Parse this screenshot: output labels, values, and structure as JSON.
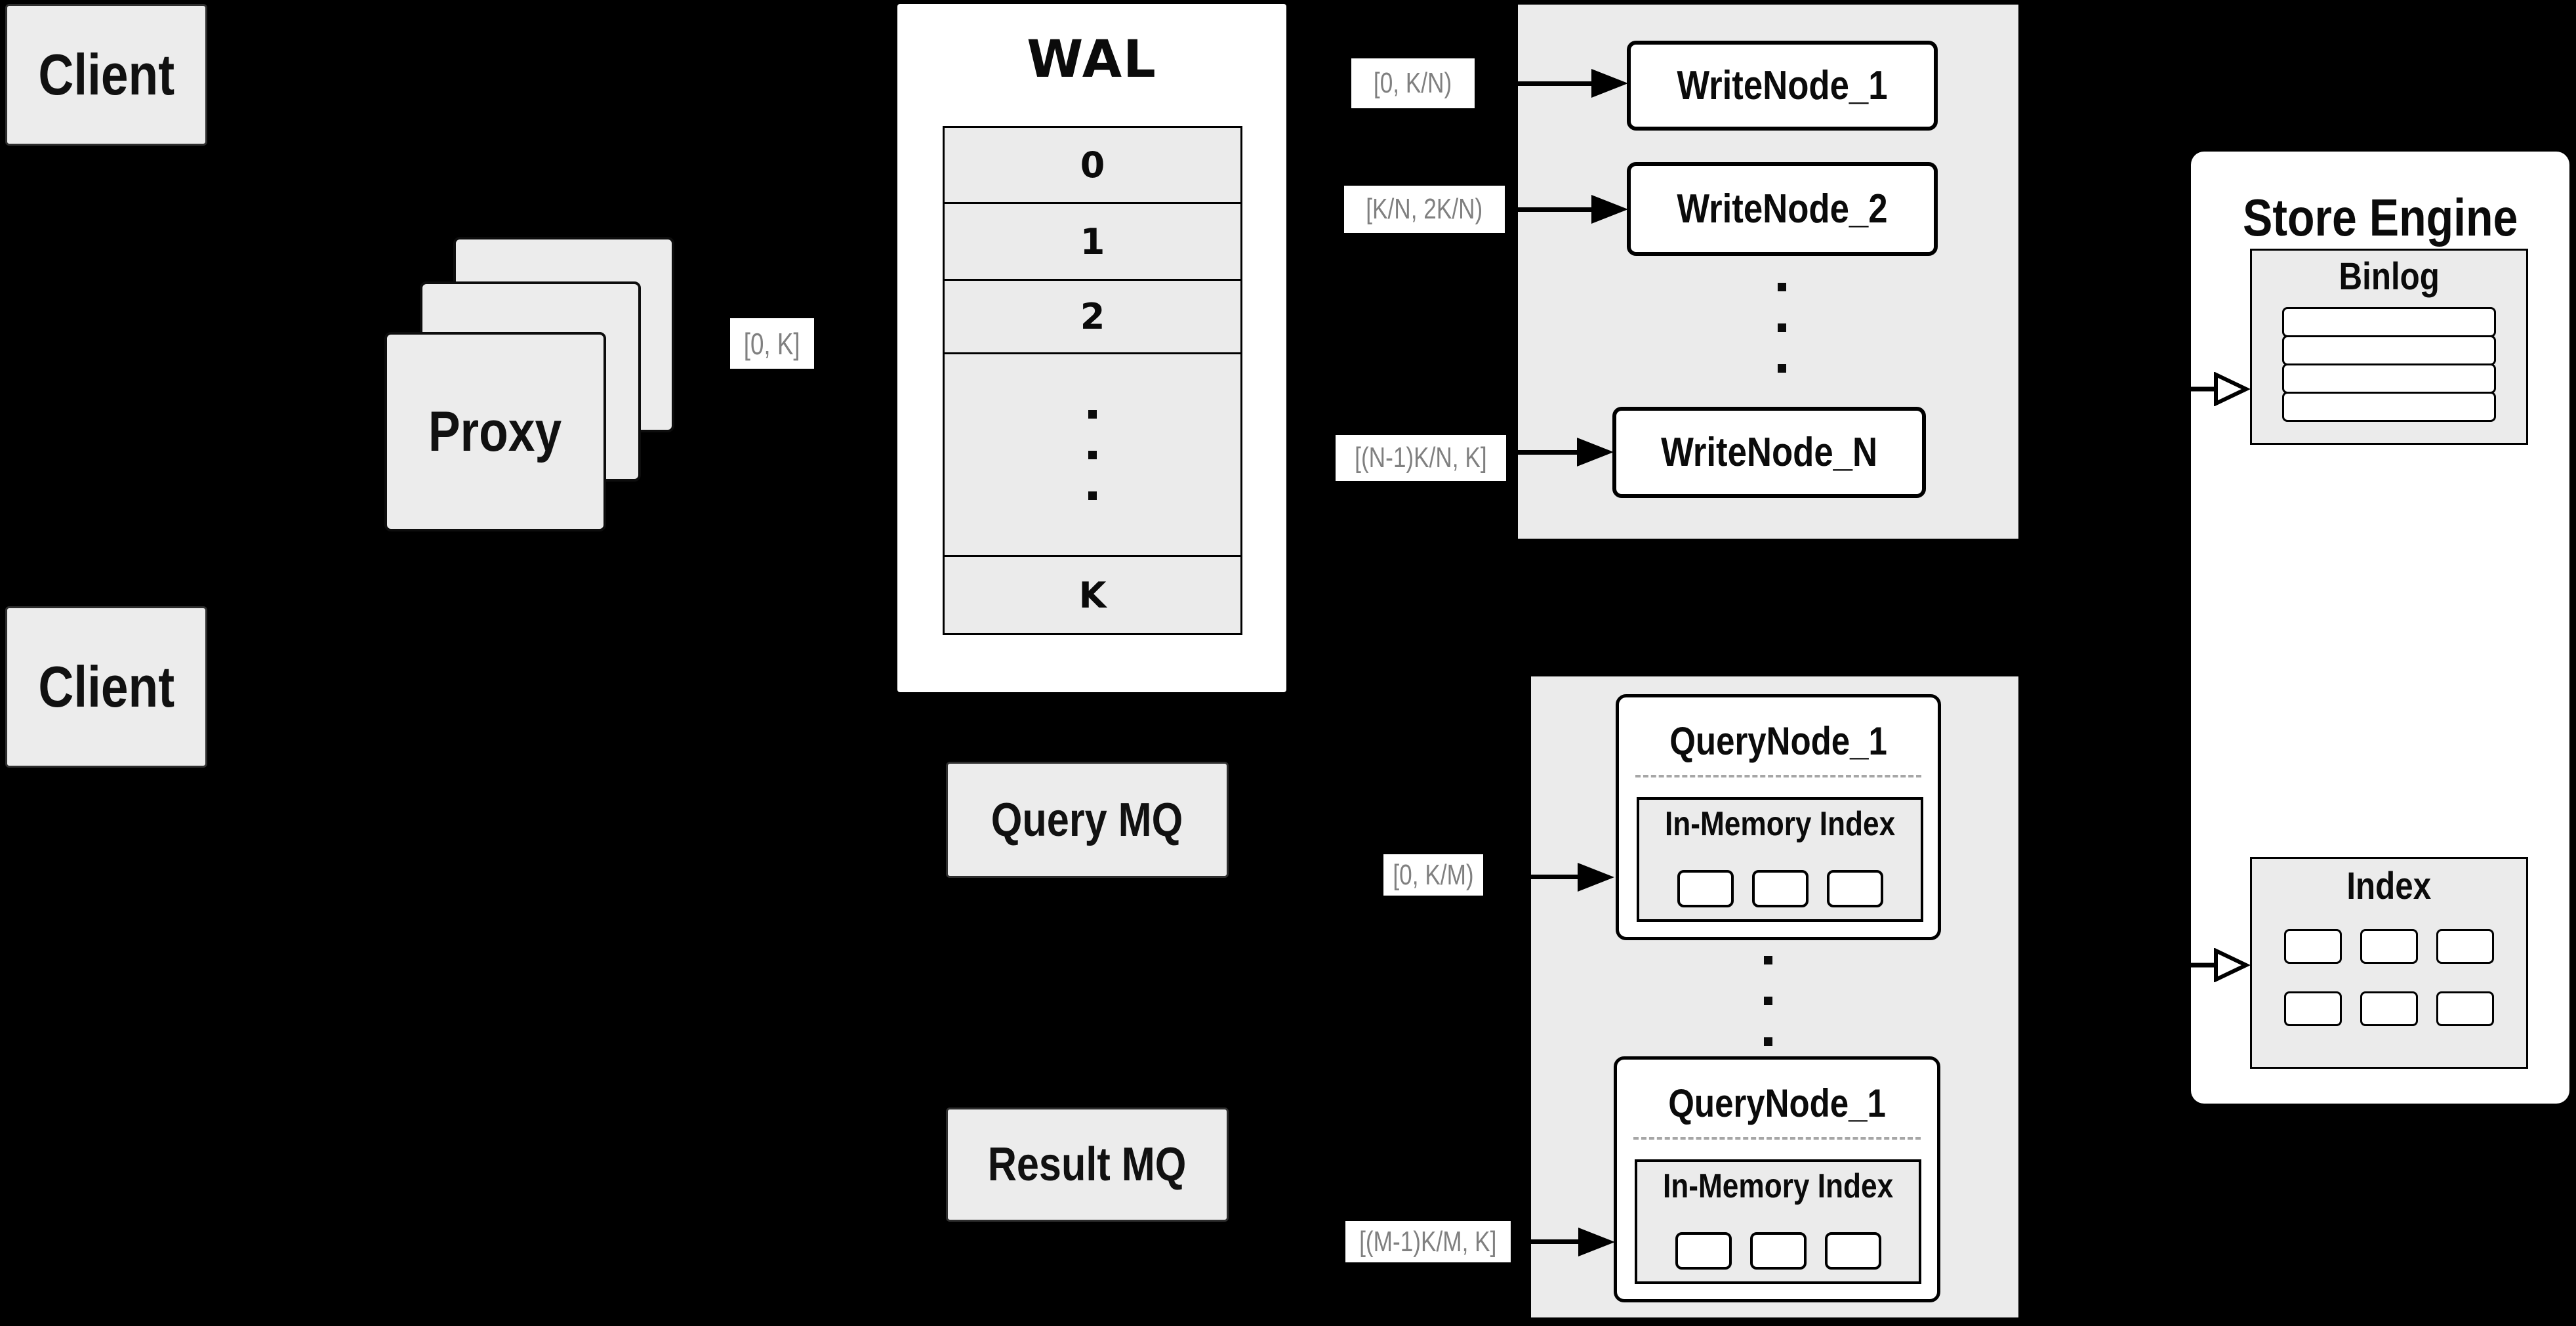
{
  "colors": {
    "background": "#000000",
    "container_fill": "#ebebeb",
    "box_fill": "#ececec",
    "white": "#ffffff",
    "border": "#000000",
    "range_label_text": "#808080",
    "dashed_divider": "#a6a6a6"
  },
  "clients": {
    "top": "Client",
    "bottom": "Client"
  },
  "proxy": {
    "title": "Proxy",
    "range_label": "[0, K]"
  },
  "wal": {
    "title": "WAL",
    "rows": [
      "0",
      "1",
      "2"
    ],
    "last_row": "K"
  },
  "write_section": {
    "labels": [
      "[0,  K/N)",
      "[K/N, 2K/N)",
      "[(N-1)K/N,  K]"
    ],
    "nodes": [
      "WriteNode_1",
      "WriteNode_2",
      "WriteNode_N"
    ]
  },
  "mq": {
    "query": "Query MQ",
    "result": "Result MQ"
  },
  "query_section": {
    "labels": [
      "[0, K/M)",
      "[(M-1)K/M, K]"
    ],
    "nodes": [
      {
        "title": "QueryNode_1",
        "subtitle": "In-Memory Index"
      },
      {
        "title": "QueryNode_1",
        "subtitle": "In-Memory Index"
      }
    ]
  },
  "store_engine": {
    "title": "Store Engine",
    "binlog": "Binlog",
    "index": "Index"
  }
}
